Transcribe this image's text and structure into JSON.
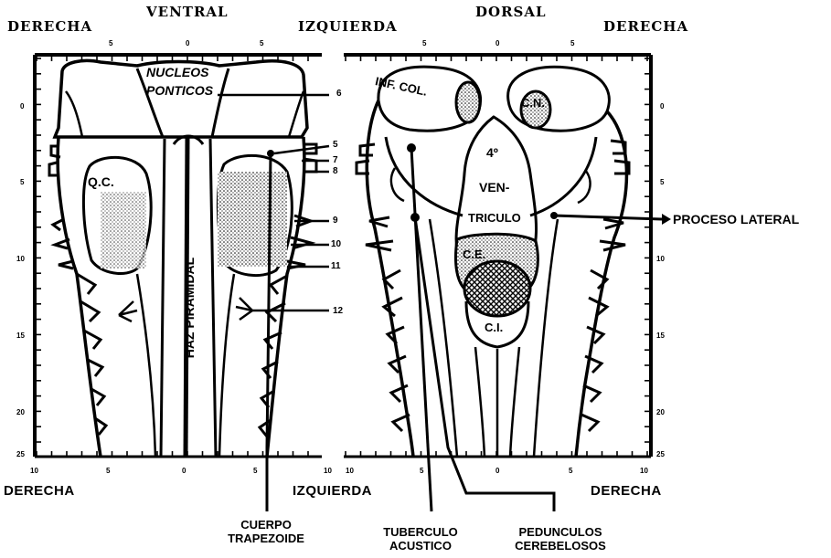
{
  "headers": {
    "left_side": "DERECHA",
    "ventral": "VENTRAL",
    "middle": "IZQUIERDA",
    "dorsal": "DORSAL",
    "right_side": "DERECHA"
  },
  "bottom": {
    "left_side": "DERECHA",
    "middle": "IZQUIERDA",
    "right_side": "DERECHA"
  },
  "scale": {
    "top_ticks_left": [
      "5",
      "0",
      "5"
    ],
    "top_ticks_right": [
      "5",
      "0",
      "5"
    ],
    "bottom_ticks_left": [
      "10",
      "5",
      "0",
      "5",
      "10"
    ],
    "bottom_ticks_right": [
      "10",
      "5",
      "0",
      "5",
      "10"
    ],
    "left_ruler": [
      "0",
      "5",
      "10",
      "15",
      "20",
      "25"
    ],
    "right_ruler": [
      "0",
      "5",
      "10",
      "15",
      "20",
      "25"
    ]
  },
  "ventral_labels": {
    "nucleos_line1": "NUCLEOS",
    "nucleos_line2": "PONTICOS",
    "qc": "Q.C.",
    "haz": "HAZ PIRAMIDAL"
  },
  "nerve_numbers": [
    "6",
    "5",
    "7",
    "8",
    "9",
    "10",
    "11",
    "12"
  ],
  "dorsal_labels": {
    "inf_col": "INF. COL.",
    "cn": "C.N.",
    "ventriculo_1": "4º",
    "ventriculo_2": "VEN-",
    "ventriculo_3": "TRICULO",
    "ce": "C.E.",
    "ci": "C.I.",
    "proceso": "PROCESO LATERAL"
  },
  "captions": {
    "cuerpo_1": "CUERPO",
    "cuerpo_2": "TRAPEZOIDE",
    "tuberculo_1": "TUBERCULO",
    "tuberculo_2": "ACUSTICO",
    "pedunculos_1": "PEDUNCULOS",
    "pedunculos_2": "CEREBELOSOS"
  }
}
